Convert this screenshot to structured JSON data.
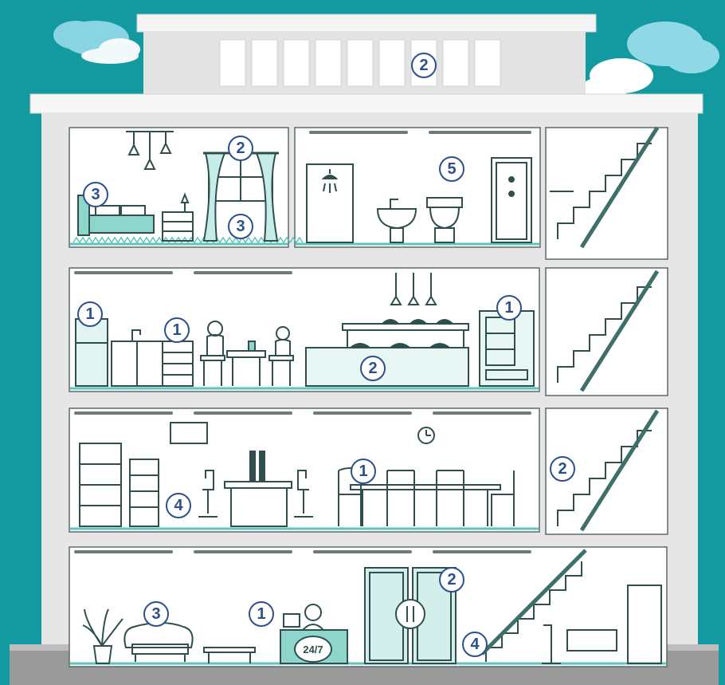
{
  "colors": {
    "background": "#129aa0",
    "building": "#ececec",
    "room": "#ffffff",
    "line": "#2f4f4f",
    "accent": "#5cc6bb",
    "badge": "#2d4f8c"
  },
  "floors": [
    {
      "id": "floor-4",
      "rooms": [
        "bedroom",
        "bathroom",
        "stairwell"
      ],
      "badges": [
        "2",
        "2",
        "3",
        "3",
        "5"
      ]
    },
    {
      "id": "floor-3",
      "rooms": [
        "kitchen-dining",
        "stairwell"
      ],
      "badges": [
        "1",
        "1",
        "2",
        "1"
      ]
    },
    {
      "id": "floor-2",
      "rooms": [
        "office",
        "stairwell"
      ],
      "badges": [
        "4",
        "1",
        "2"
      ]
    },
    {
      "id": "floor-1",
      "rooms": [
        "reception-lobby"
      ],
      "badges": [
        "3",
        "1",
        "2",
        "4"
      ],
      "reception_sign": "24/7"
    }
  ],
  "badges": {
    "roof": "2",
    "bed": "3",
    "window": "2",
    "curtain": "3",
    "bath": "5",
    "fridge": "1",
    "kitchen": "1",
    "vending": "1",
    "buffet": "2",
    "cabinet": "4",
    "meeting": "1",
    "stair": "2",
    "sofa": "3",
    "reception": "1",
    "glassdoor": "2",
    "railing": "4"
  },
  "icons": [
    "cloud-icon",
    "lamp-icon",
    "shower-icon",
    "toilet-icon",
    "clock-icon",
    "plant-icon",
    "receptionist-icon"
  ]
}
